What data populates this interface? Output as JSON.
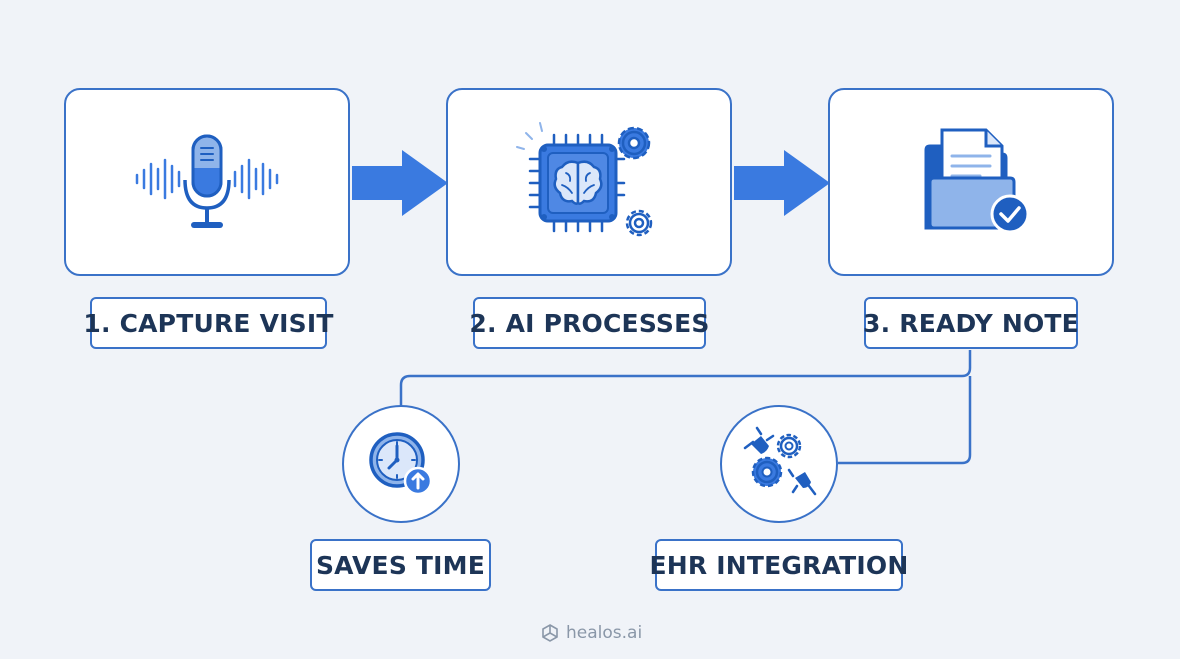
{
  "steps": [
    {
      "label": "1. CAPTURE VISIT",
      "icon": "microphone-icon"
    },
    {
      "label": "2. AI PROCESSES",
      "icon": "ai-chip-brain-icon"
    },
    {
      "label": "3. READY NOTE",
      "icon": "document-folder-check-icon"
    }
  ],
  "benefits": [
    {
      "label": "SAVES TIME",
      "icon": "clock-upload-icon"
    },
    {
      "label": "EHR INTEGRATION",
      "icon": "gears-plugs-icon"
    }
  ],
  "brand": {
    "name": "healos.ai",
    "icon": "healos-logo-icon"
  },
  "colors": {
    "accent": "#3a72c8",
    "light": "#8fb4ea",
    "dark": "#1d3557",
    "background": "#f0f3f8"
  }
}
